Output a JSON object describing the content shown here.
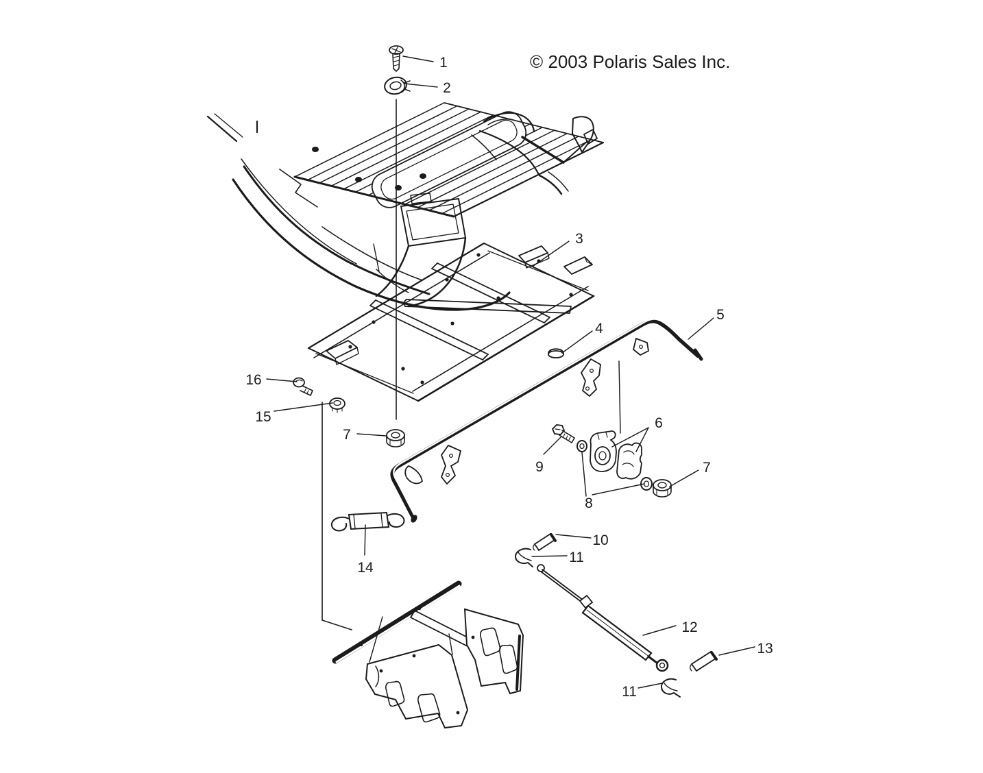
{
  "colors": {
    "background": "#ffffff",
    "ink": "#1b1b1b"
  },
  "copyright": "© 2003 Polaris Sales Inc.",
  "callouts": {
    "n1": {
      "label": "1"
    },
    "n2": {
      "label": "2"
    },
    "n3": {
      "label": "3"
    },
    "n4": {
      "label": "4"
    },
    "n5": {
      "label": "5"
    },
    "n6": {
      "label": "6"
    },
    "n7_left": {
      "label": "7"
    },
    "n7_right": {
      "label": "7"
    },
    "n8": {
      "label": "8"
    },
    "n9": {
      "label": "9"
    },
    "n10": {
      "label": "10"
    },
    "n11_upper": {
      "label": "11"
    },
    "n11_lower": {
      "label": "11"
    },
    "n12": {
      "label": "12"
    },
    "n13": {
      "label": "13"
    },
    "n14": {
      "label": "14"
    },
    "n15": {
      "label": "15"
    },
    "n16": {
      "label": "16"
    }
  }
}
